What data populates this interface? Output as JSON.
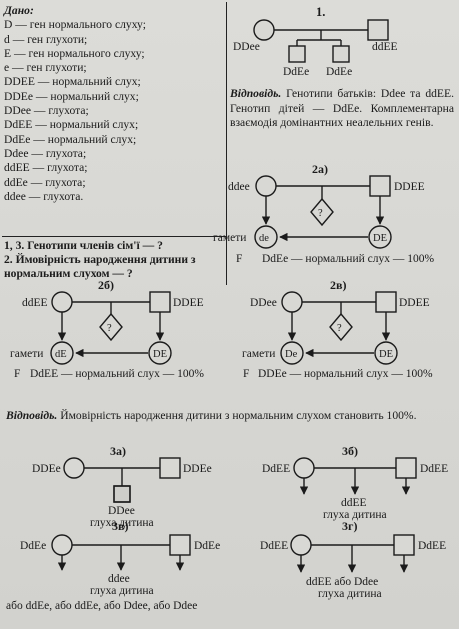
{
  "given": {
    "title": "Дано:",
    "lines": [
      "D — ген нормального слуху;",
      "d — ген глухоти;",
      "E — ген нормального слуху;",
      "e — ген глухоти;",
      "DDEE — нормальний слух;",
      "DDEe — нормальний слух;",
      "DDee — глухота;",
      "DdEE — нормальний слух;",
      "DdEe — нормальний слух;",
      "Ddee — глухота;",
      "ddEE — глухота;",
      "ddEe — глухота;",
      "ddee — глухота."
    ]
  },
  "questions": {
    "q1_num": "1, 3.",
    "q1_text": " Генотипи членів сім'ї — ?",
    "q2_num": "2.",
    "q2_text": " Ймовірність народження дитини з нормальним слухом — ?"
  },
  "answer1": {
    "label": "Відповідь.",
    "text": " Генотипи батьків: Ddee та ddEE. Генотип дітей — DdEe. Комплементарна взаємодія домінантних неалельних генів."
  },
  "answer2": {
    "label": "Відповідь.",
    "text": " Ймовірність народження дитини з нормальним слухом становить 100%."
  },
  "diagrams": {
    "d1": {
      "label": "1.",
      "mother": "DDee",
      "father": "ddEE",
      "child1": "DdEe",
      "child2": "DdEe"
    },
    "d2a": {
      "label": "2а)",
      "mother": "ddee",
      "father": "DDEE",
      "gamete_left": "de",
      "gamete_right": "DE",
      "gametes_word": "гамети",
      "f_label": "F",
      "result": "DdEe — нормальний слух — 100%",
      "question": "?"
    },
    "d2b": {
      "label": "2б)",
      "mother": "ddEE",
      "father": "DDEE",
      "gamete_left": "dE",
      "gamete_right": "DE",
      "gametes_word": "гамети",
      "f_label": "F",
      "result": "DdEE — нормальний слух — 100%",
      "question": "?"
    },
    "d2c": {
      "label": "2в)",
      "mother": "DDee",
      "father": "DDEE",
      "gamete_left": "De",
      "gamete_right": "DE",
      "gametes_word": "гамети",
      "f_label": "F",
      "result": "DDEe — нормальний слух — 100%",
      "question": "?"
    },
    "d3a": {
      "label": "3а)",
      "mother": "DDEe",
      "father": "DDEe",
      "child": "DDee",
      "note": "глуха дитина"
    },
    "d3b": {
      "label": "3б)",
      "mother": "DdEE",
      "father": "DdEE",
      "child": "ddEE",
      "note": "глуха дитина"
    },
    "d3c": {
      "label": "3в)",
      "mother": "DdEe",
      "father": "DdEe",
      "child": "ddee",
      "note": "глуха дитина",
      "extra": "або ddEe, або ddEe, або Ddee, або Ddee"
    },
    "d3d": {
      "label": "3г)",
      "mother": "DdEE",
      "father": "DdEE",
      "child": "ddEE або Ddee",
      "note": "глуха дитина"
    }
  }
}
